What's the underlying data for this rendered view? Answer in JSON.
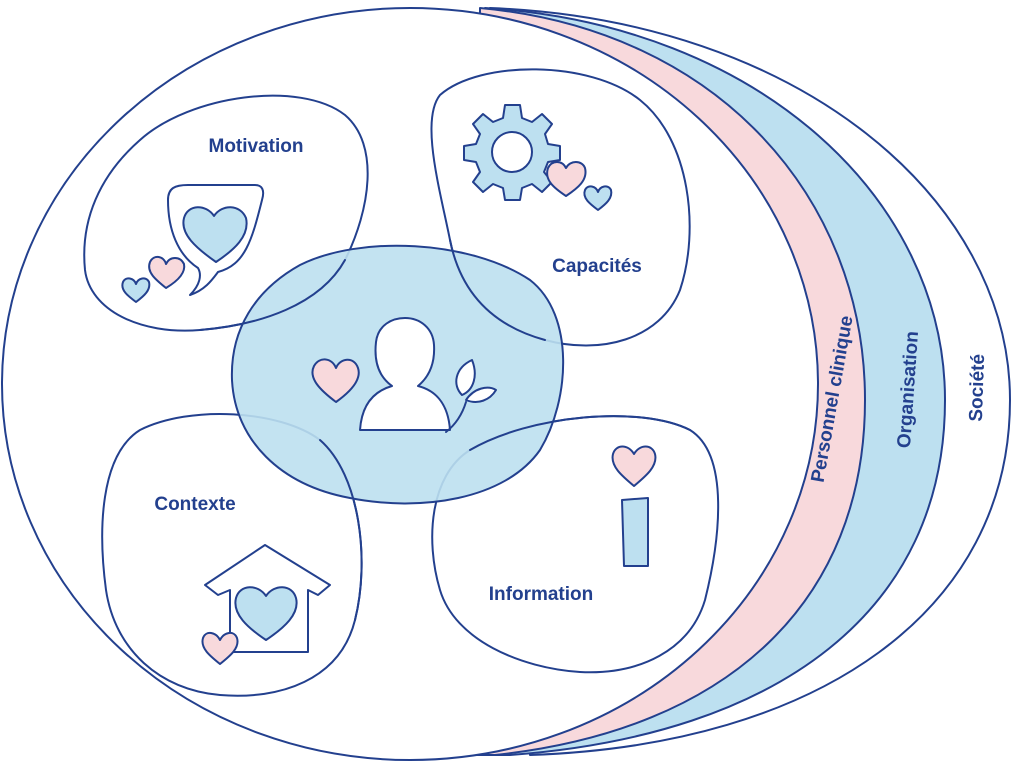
{
  "colors": {
    "outline": "#23408e",
    "light_blue": "#bde0f0",
    "light_pink": "#f8d9dc",
    "background": "#ffffff"
  },
  "rings": {
    "inner": "Personnel clinique",
    "middle": "Organisation",
    "outer": "Société"
  },
  "petals": {
    "motivation": "Motivation",
    "capacites": "Capacités",
    "contexte": "Contexte",
    "information": "Information"
  },
  "icons": {
    "center": "person-icon",
    "motivation": "speech-bubble-heart-icon",
    "capacites": "gear-icon",
    "contexte": "house-heart-icon",
    "information": "info-icon"
  }
}
